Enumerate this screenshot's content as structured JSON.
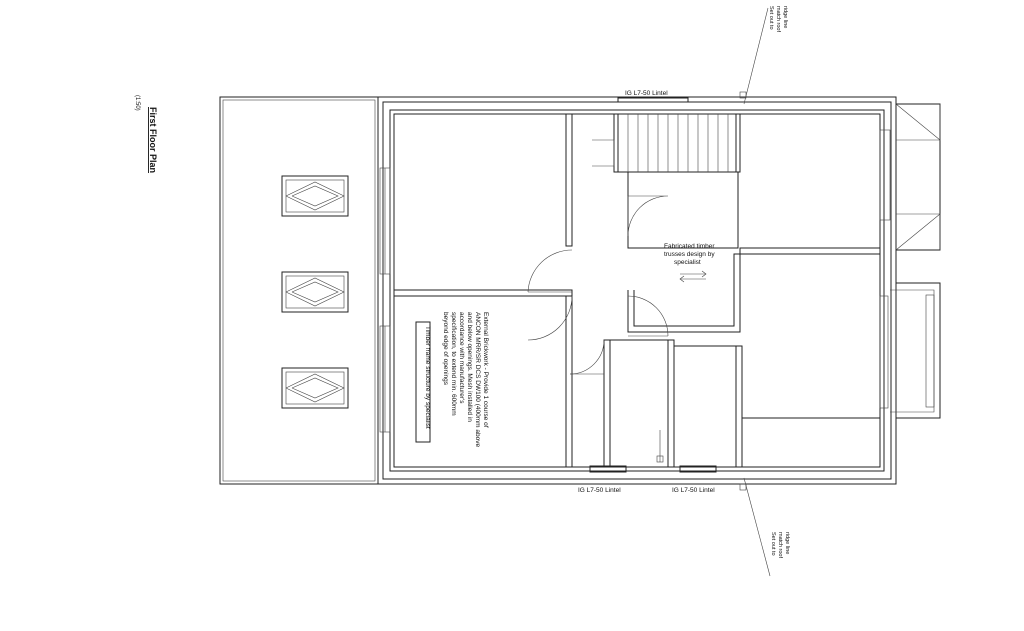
{
  "title": {
    "main": "First Floor Plan",
    "scale": "(1:50)"
  },
  "notes": {
    "ridge_top": [
      "Set out to",
      "match roof",
      "ridge line"
    ],
    "ridge_bottom": [
      "Set out to",
      "match roof",
      "ridge line"
    ],
    "lintel_top": "IG L7-50 Lintel",
    "lintel_bottom_left": "IG L7-50 Lintel",
    "lintel_bottom_right": "IG L7-50 Lintel",
    "trusses": [
      "Fabricated timber",
      "trusses design by",
      "specialist"
    ],
    "brickwork": [
      "External Brickwork - Provide 1 course of",
      "ANCON MRR/SR DCS DW100 (400mm above",
      "and below openings. Mesh installed in",
      "accordance with manufacturer's",
      "specification, to extend min. 600mm",
      "beyond edge of openings"
    ],
    "timber_frame": "Timber frame structure by specialist"
  },
  "colors": {
    "line": "#222222",
    "background": "#ffffff"
  }
}
